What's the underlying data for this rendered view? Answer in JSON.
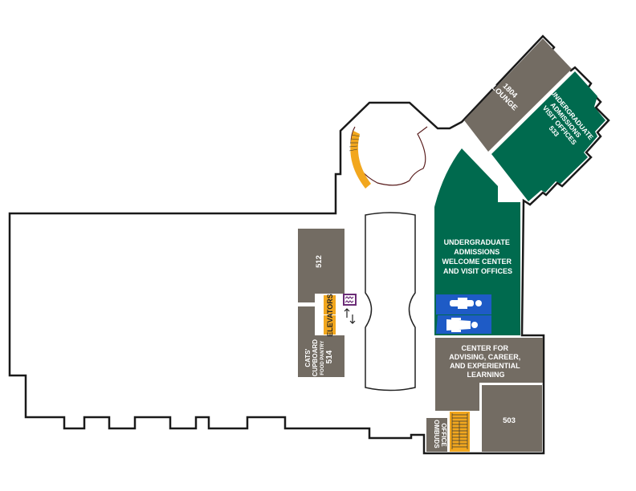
{
  "map": {
    "rooms": {
      "r512": "512",
      "r514": "514",
      "cats_line1": "CATS'",
      "cats_line2": "CUPBOARD",
      "cats_line3": "FOOD PANTRY",
      "elevators": "ELEVATORS",
      "lounge_line1": "1804",
      "lounge_line2": "LOUNGE",
      "ua533_line1": "UNDERGRADUATE",
      "ua533_line2": "ADMISSIONS",
      "ua533_line3": "VISIT OFFICES",
      "ua533_line4": "533",
      "welcome_line1": "UNDERGRADUATE",
      "welcome_line2": "ADMISSIONS",
      "welcome_line3": "WELCOME CENTER",
      "welcome_line4": "AND VISIT OFFICES",
      "center_line1": "CENTER FOR",
      "center_line2": "ADVISING, CAREER,",
      "center_line3": "AND EXPERIENTIAL",
      "center_line4": "LEARNING",
      "r503": "503",
      "ombuds_line1": "OMBUDS",
      "ombuds_line2": "OFFICE"
    },
    "colors": {
      "gray": "#736c63",
      "green": "#006a4e",
      "orange": "#f2a71e",
      "blue": "#1e5bc6",
      "purple": "#6b2c77",
      "wall": "#1a1a1a"
    }
  }
}
